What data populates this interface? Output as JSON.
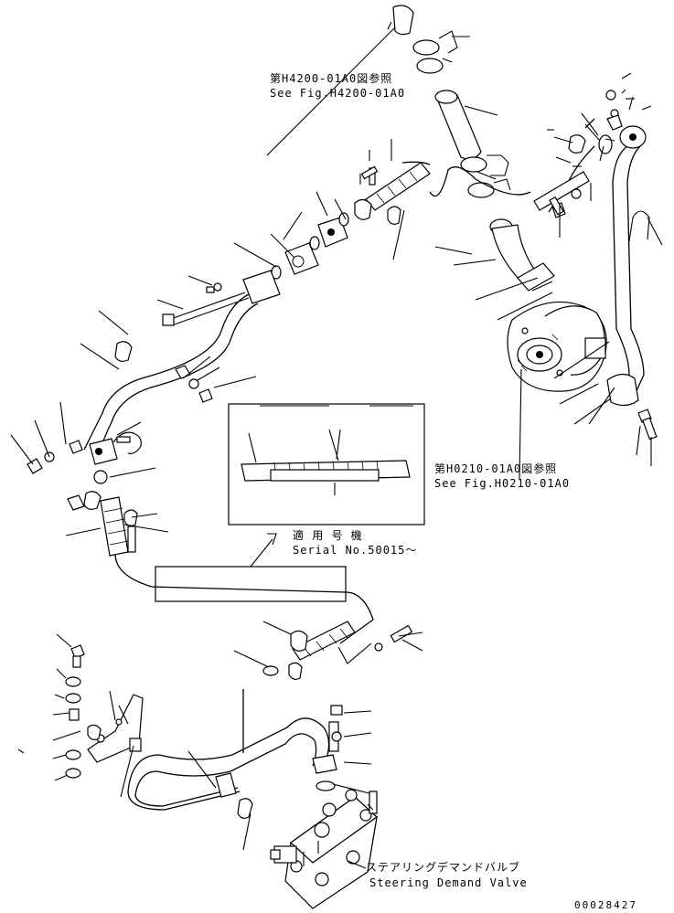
{
  "references": {
    "top": {
      "line1": "第H4200-01A0図参照",
      "line2": "See Fig.H4200-01A0"
    },
    "pump": {
      "line1": "第H0210-01A0図参照",
      "line2": "See Fig.H0210-01A0"
    }
  },
  "serial": {
    "line1": "適 用 号 機",
    "line2": "Serial No.50015～"
  },
  "valve": {
    "line1": "ステアリングデマンドバルブ",
    "line2": "Steering Demand Valve"
  },
  "drawing_number": "00028427"
}
